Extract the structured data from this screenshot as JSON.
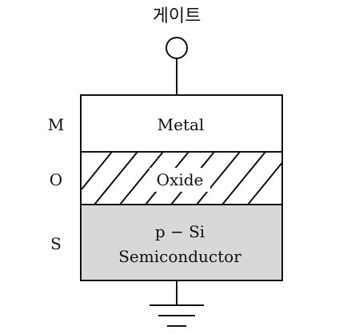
{
  "diagram": {
    "gate_label": "게이트",
    "side_labels": {
      "m": "M",
      "o": "O",
      "s": "S"
    },
    "layers": {
      "metal": "Metal",
      "oxide": "Oxide",
      "semiconductor_line1": "p − Si",
      "semiconductor_line2": "Semiconductor"
    },
    "colors": {
      "line": "#111111",
      "background": "#ffffff",
      "semiconductor_fill": "#d8d8d8"
    }
  }
}
